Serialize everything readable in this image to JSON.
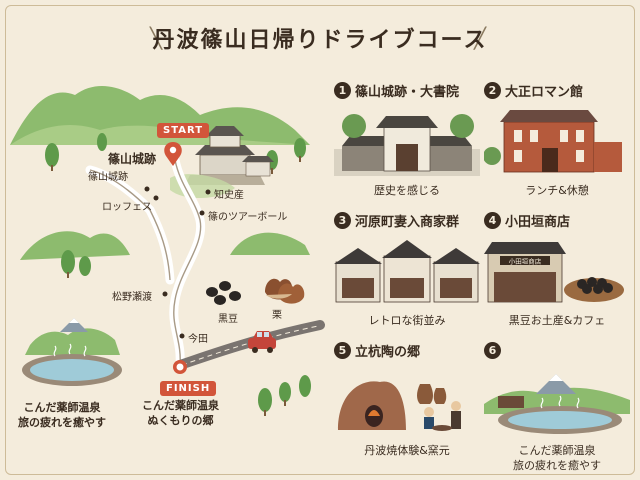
{
  "title": "丹波篠山日帰りドライブコース",
  "map": {
    "start": "START",
    "finish": "FINISH",
    "labels": {
      "sasayama_castle": "篠山城跡",
      "sasayama_castle_sub": "篠山城跡",
      "lopfes": "ロッフェス",
      "chisan": "知史産",
      "tsuabol": "篠のツアーボール",
      "matsunotoriwa": "松野瀬渡",
      "kuromame": "黒豆",
      "kuri": "栗",
      "imada": "今田",
      "konda_finish": "こんだ薬師温泉\nぬくもりの郷",
      "onsen_left": "こんだ薬師温泉\n旅の疲れを癒やす"
    }
  },
  "spots": [
    {
      "num": "1",
      "name": "篠山城跡・大書院",
      "caption": "歴史を感じる"
    },
    {
      "num": "2",
      "name": "大正ロマン館",
      "caption": "ランチ&休憩"
    },
    {
      "num": "3",
      "name": "河原町妻入商家群",
      "caption": "レトロな街並み"
    },
    {
      "num": "4",
      "name": "小田垣商店",
      "caption": "黒豆お土産&カフェ",
      "sign": "小田垣商店"
    },
    {
      "num": "5",
      "name": "立杭陶の郷",
      "caption": "丹波焼体験&窯元"
    },
    {
      "num": "6",
      "name": "",
      "caption": "こんだ薬師温泉\n旅の疲れを癒やす"
    }
  ]
}
